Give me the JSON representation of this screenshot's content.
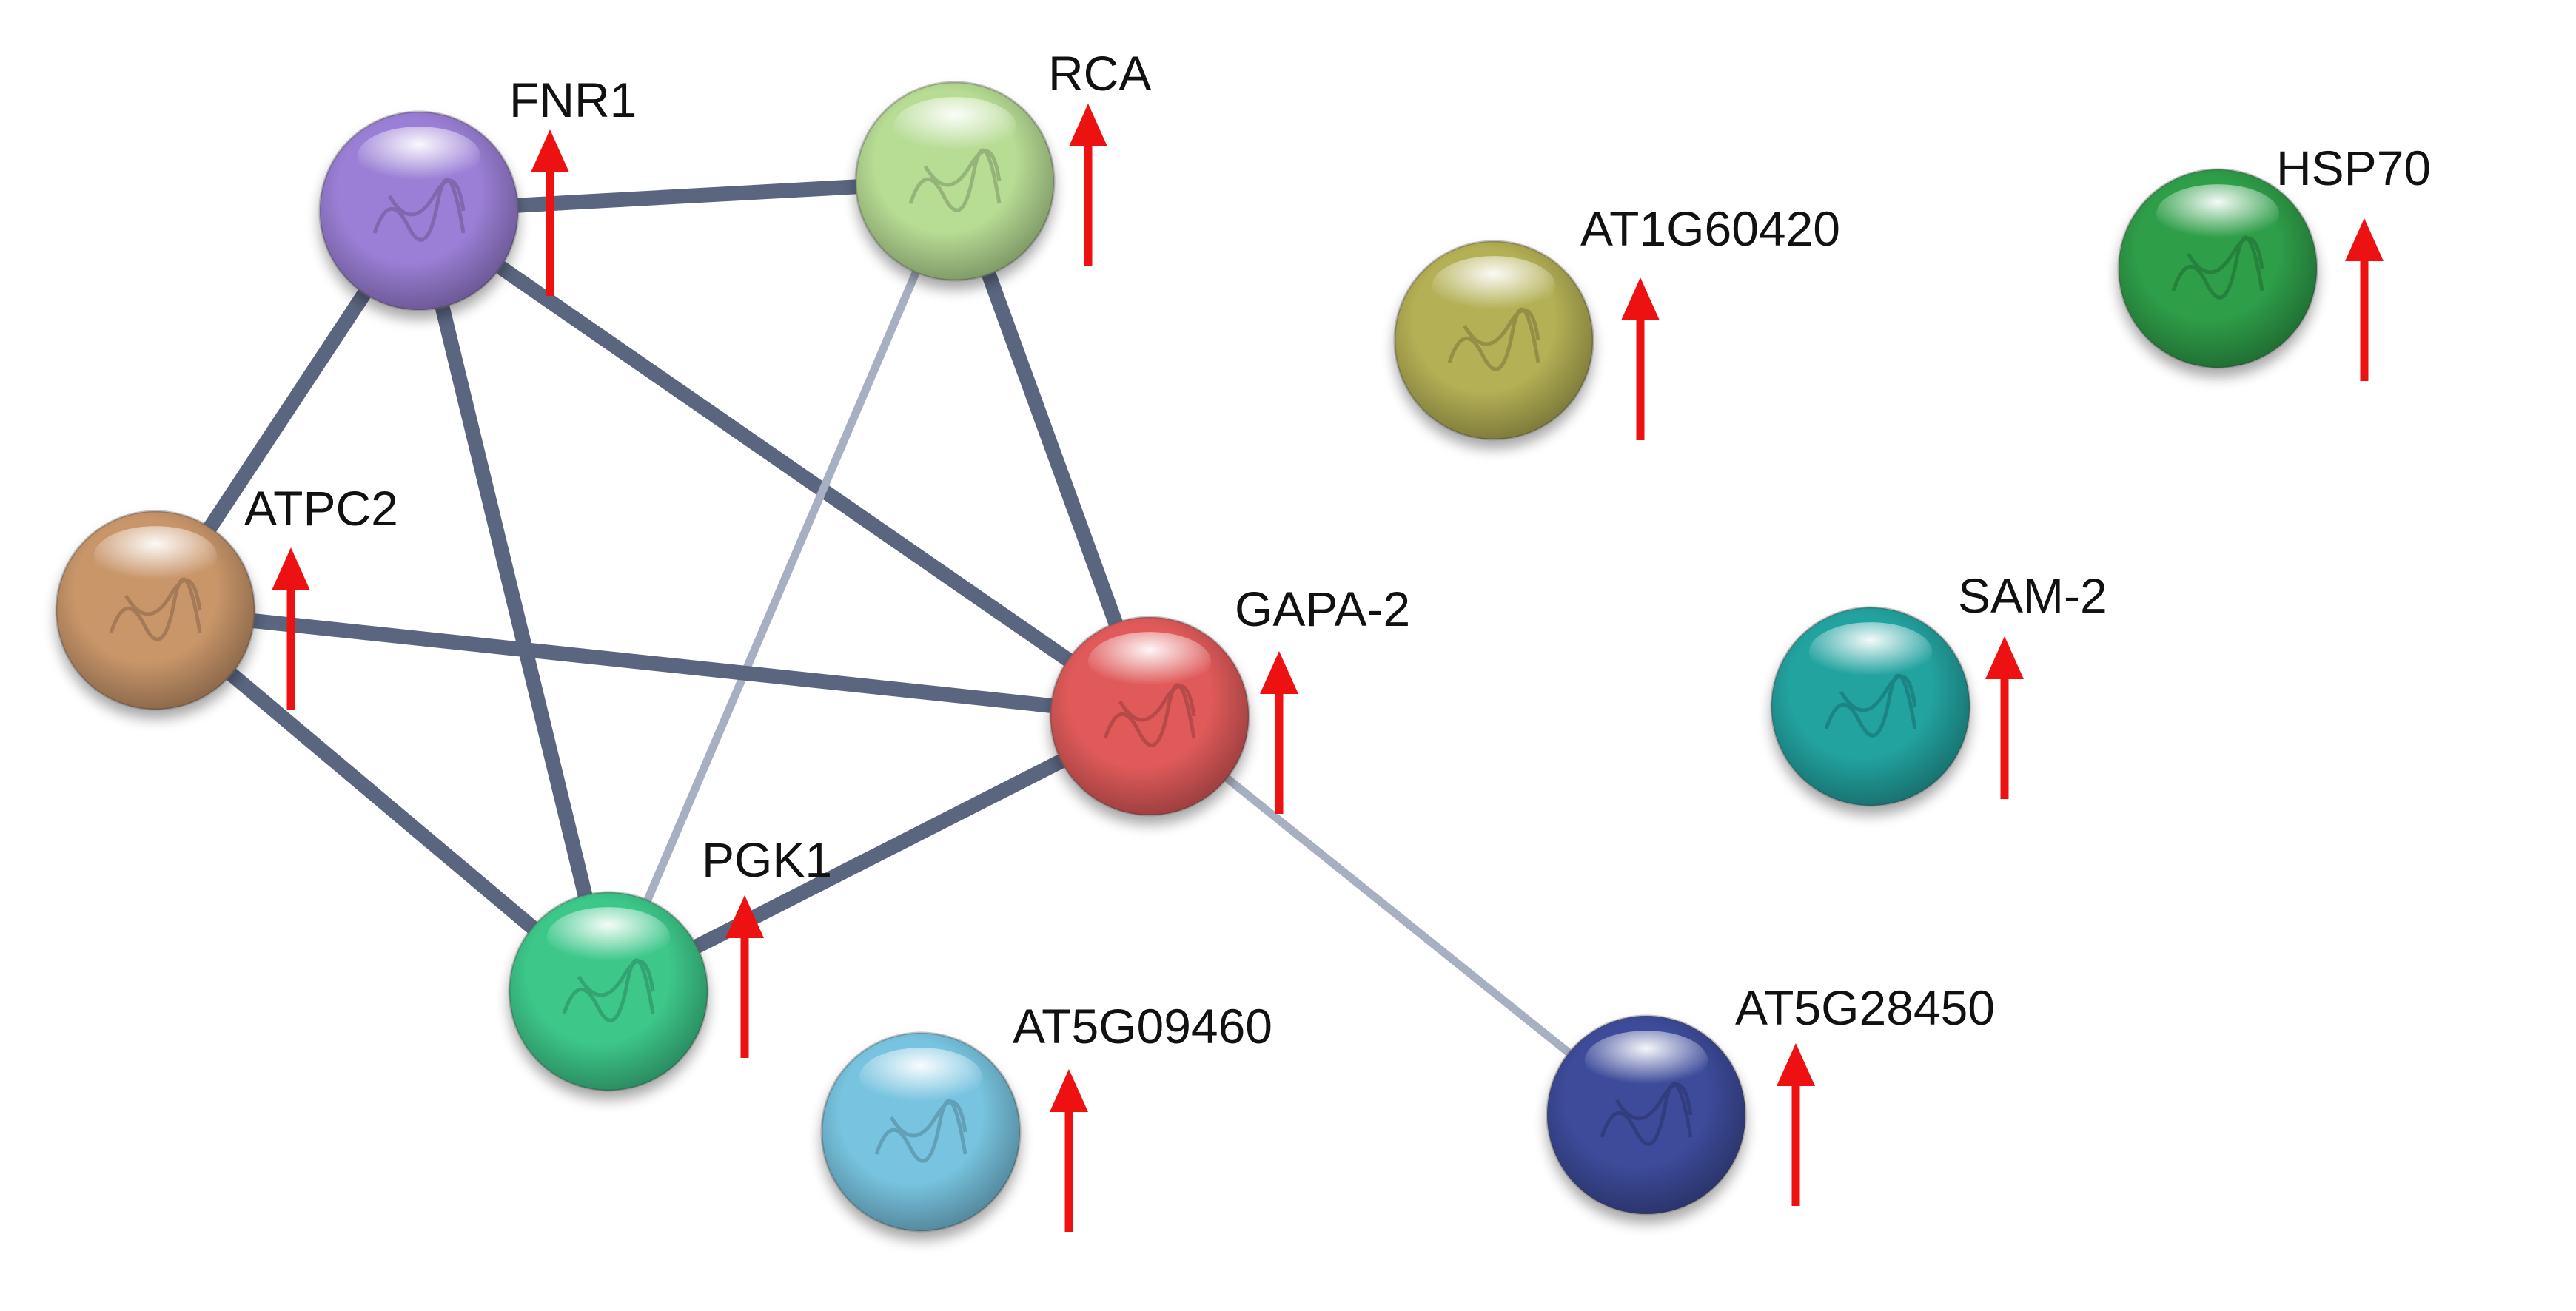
{
  "network": {
    "nodes": [
      {
        "id": "FNR1",
        "label": "FNR1",
        "color": "#9b7fd6",
        "arrow": "up"
      },
      {
        "id": "RCA",
        "label": "RCA",
        "color": "#b7dc94",
        "arrow": "up"
      },
      {
        "id": "AT1G60420",
        "label": "AT1G60420",
        "color": "#b4b055",
        "arrow": "up"
      },
      {
        "id": "HSP70",
        "label": "HSP70",
        "color": "#2e9e4a",
        "arrow": "up"
      },
      {
        "id": "ATPC2",
        "label": "ATPC2",
        "color": "#c9966b",
        "arrow": "up"
      },
      {
        "id": "GAPA-2",
        "label": "GAPA-2",
        "color": "#e05a5a",
        "arrow": "up"
      },
      {
        "id": "SAM-2",
        "label": "SAM-2",
        "color": "#24a3a0",
        "arrow": "up"
      },
      {
        "id": "PGK1",
        "label": "PGK1",
        "color": "#3cc88a",
        "arrow": "up"
      },
      {
        "id": "AT5G09460",
        "label": "AT5G09460",
        "color": "#78c4e0",
        "arrow": "up"
      },
      {
        "id": "AT5G28450",
        "label": "AT5G28450",
        "color": "#3c4b9a",
        "arrow": "up"
      }
    ],
    "edges": [
      {
        "from": "FNR1",
        "to": "RCA",
        "weight": "strong"
      },
      {
        "from": "FNR1",
        "to": "ATPC2",
        "weight": "strong"
      },
      {
        "from": "FNR1",
        "to": "PGK1",
        "weight": "strong"
      },
      {
        "from": "FNR1",
        "to": "GAPA-2",
        "weight": "strong"
      },
      {
        "from": "RCA",
        "to": "GAPA-2",
        "weight": "strong"
      },
      {
        "from": "RCA",
        "to": "PGK1",
        "weight": "weak"
      },
      {
        "from": "ATPC2",
        "to": "GAPA-2",
        "weight": "strong"
      },
      {
        "from": "ATPC2",
        "to": "PGK1",
        "weight": "strong"
      },
      {
        "from": "PGK1",
        "to": "GAPA-2",
        "weight": "strong"
      },
      {
        "from": "GAPA-2",
        "to": "AT5G28450",
        "weight": "weak"
      }
    ],
    "colors": {
      "edge_strong": "#5a6680",
      "edge_weak": "#a7b0c2",
      "arrow": "#ee1111"
    }
  }
}
